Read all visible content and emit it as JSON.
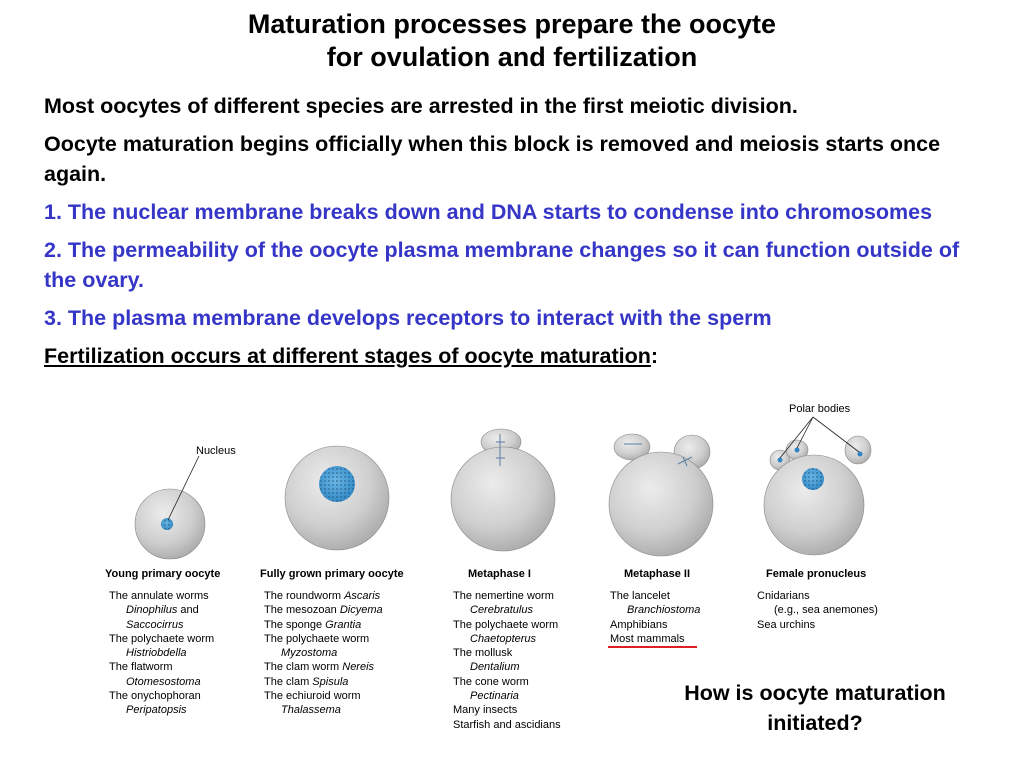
{
  "title": {
    "line1": "Maturation processes prepare the oocyte",
    "line2": "for ovulation and fertilization"
  },
  "bullets": {
    "p1": "Most oocytes of different species are arrested in the first meiotic division.",
    "p2": "Oocyte maturation begins officially when this block is removed and meiosis starts once again.",
    "p3": "1. The nuclear membrane breaks down and DNA starts to condense into chromosomes",
    "p4": "2. The permeability of the oocyte plasma membrane changes so it can function outside of the ovary.",
    "p5": "3. The plasma membrane develops receptors to interact with the sperm",
    "p6_underlined": "Fertilization occurs at different stages of oocyte maturation",
    "p6_tail": ":"
  },
  "figure": {
    "nucleus_label": "Nucleus",
    "polar_bodies_label": "Polar bodies",
    "columns": [
      {
        "heading": "Young primary oocyte",
        "entries": [
          {
            "t": "The annulate worms",
            "it": false
          },
          {
            "t": "Dinophilus",
            "it": true,
            "suffix": " and"
          },
          {
            "t": "Saccocirrus",
            "it": true
          },
          {
            "t": "The polychaete worm",
            "it": false
          },
          {
            "t": "Histriobdella",
            "it": true
          },
          {
            "t": "The flatworm",
            "it": false
          },
          {
            "t": "Otomesostoma",
            "it": true
          },
          {
            "t": "The onychophoran",
            "it": false
          },
          {
            "t": "Peripatopsis",
            "it": true
          }
        ]
      },
      {
        "heading": "Fully grown primary oocyte",
        "entries": [
          {
            "t": "The roundworm ",
            "em": "Ascaris"
          },
          {
            "t": "The mesozoan ",
            "em": "Dicyema"
          },
          {
            "t": "The sponge ",
            "em": "Grantia"
          },
          {
            "t": "The polychaete worm",
            "it": false
          },
          {
            "t": "Myzostoma",
            "it": true
          },
          {
            "t": "The clam worm ",
            "em": "Nereis"
          },
          {
            "t": "The clam ",
            "em": "Spisula"
          },
          {
            "t": "The echiuroid worm",
            "it": false
          },
          {
            "t": "Thalassema",
            "it": true
          }
        ]
      },
      {
        "heading": "Metaphase I",
        "entries": [
          {
            "t": "The nemertine worm",
            "it": false
          },
          {
            "t": "Cerebratulus",
            "it": true
          },
          {
            "t": "The polychaete worm",
            "it": false
          },
          {
            "t": "Chaetopterus",
            "it": true
          },
          {
            "t": "The mollusk",
            "it": false
          },
          {
            "t": "Dentalium",
            "it": true
          },
          {
            "t": "The cone worm",
            "it": false
          },
          {
            "t": "Pectinaria",
            "it": true
          },
          {
            "t": "Many insects",
            "it": false
          },
          {
            "t": "Starfish and ascidians",
            "it": false
          }
        ]
      },
      {
        "heading": "Metaphase II",
        "entries": [
          {
            "t": "The lancelet",
            "it": false
          },
          {
            "t": "Branchiostoma",
            "it": true
          },
          {
            "t": "Amphibians",
            "it": false
          },
          {
            "t": "Most mammals",
            "it": false
          }
        ]
      },
      {
        "heading": "Female pronucleus",
        "entries": [
          {
            "t": "Cnidarians",
            "it": false
          },
          {
            "t": "(e.g., sea anemones)",
            "it": false,
            "indent": true
          },
          {
            "t": "Sea urchins",
            "it": false
          }
        ]
      }
    ]
  },
  "question": "How is oocyte maturation initiated?",
  "colors": {
    "blue_text": "#3535c7",
    "nucleus_blue": "#4a9fd8",
    "highlight_red": "#e02020",
    "cell_gray": "#c8c8c8"
  }
}
